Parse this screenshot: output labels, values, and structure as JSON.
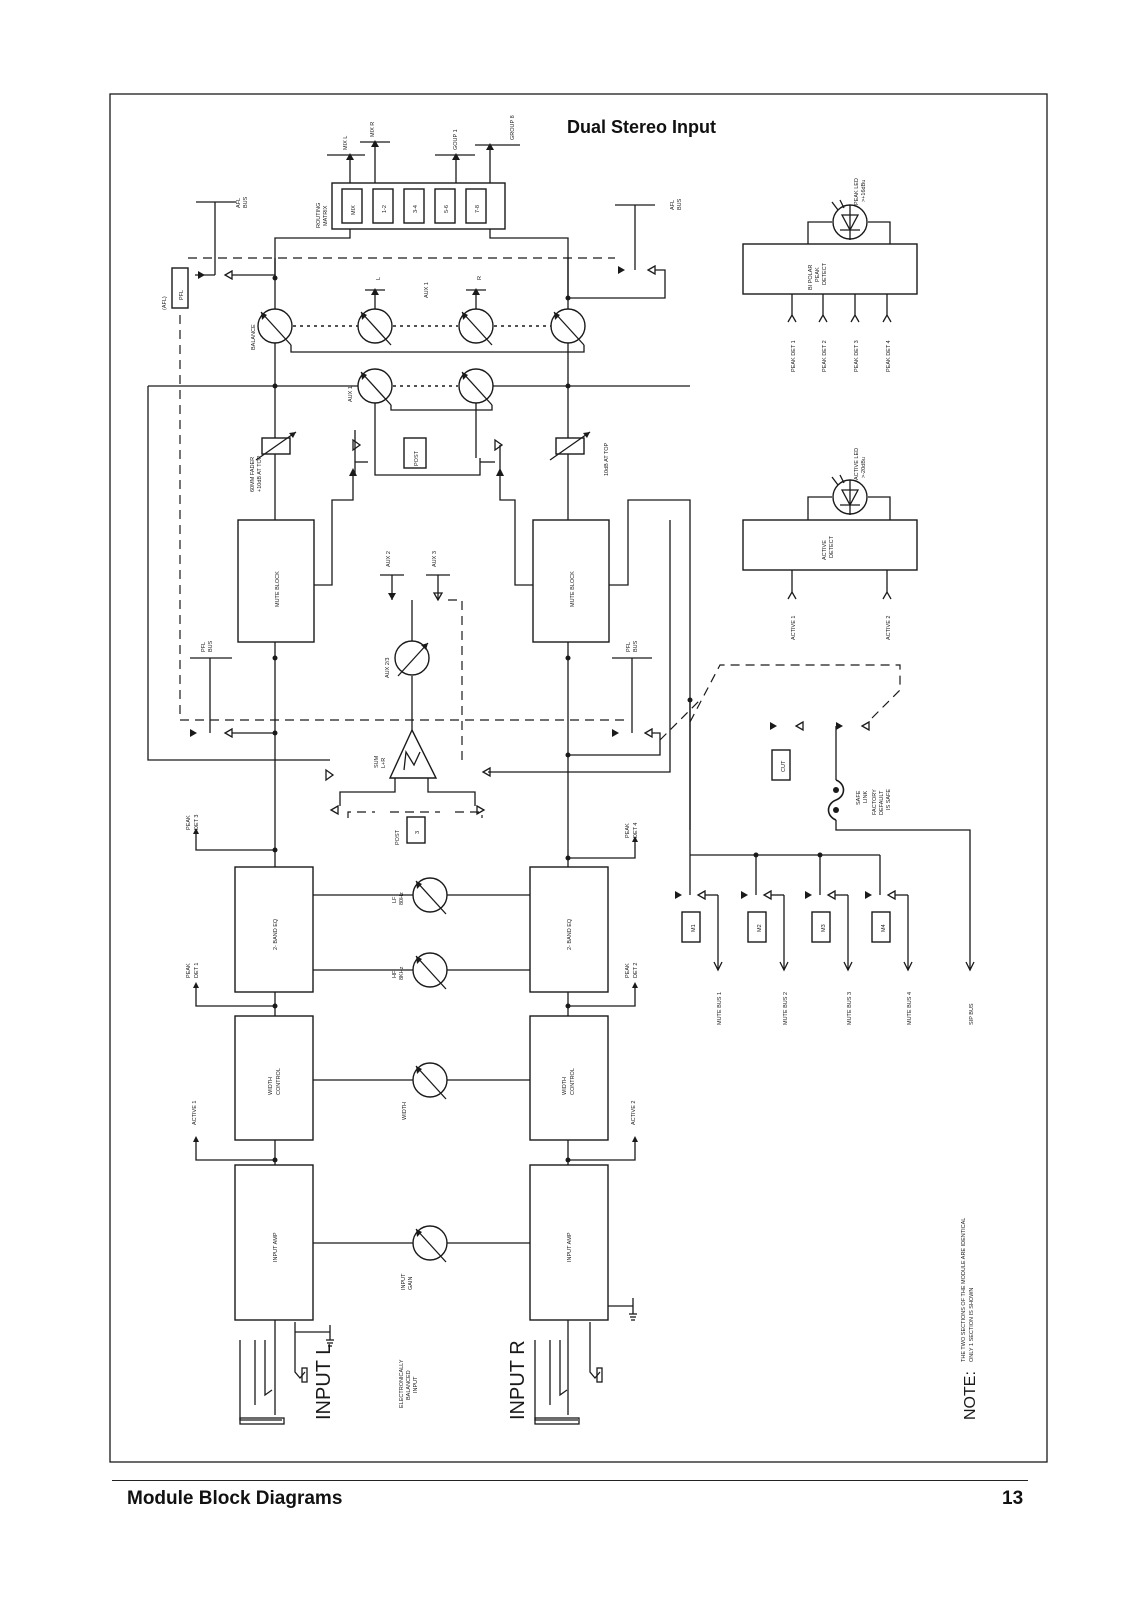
{
  "title": "Dual Stereo Input",
  "footer": {
    "section": "Module Block Diagrams",
    "page_number": "13"
  },
  "inputs": {
    "left": "INPUT L",
    "right": "INPUT R",
    "balanced": [
      "ELECTRONICALLY",
      "BALANCED",
      "INPUT"
    ]
  },
  "blocks": {
    "input_amp": "INPUT AMP",
    "width_control": [
      "WIDTH",
      "CONTROL"
    ],
    "eq": "2- BAND EQ",
    "mute_block": "MUTE BLOCK",
    "routing_matrix": [
      "ROUTING",
      "MATRIX"
    ],
    "routing_cells": [
      "MIX",
      "1-2",
      "3-4",
      "5-6",
      "7-8"
    ],
    "bi_polar_peak": [
      "BI POLAR",
      "PEAK",
      "DETECT"
    ],
    "active_detect": [
      "ACTIVE",
      "DETECT"
    ],
    "post": "POST",
    "post3_label": "POST",
    "post3_value": "3",
    "pfl_switch": "PFL",
    "cut": "CUT",
    "mute_switches": [
      "M1",
      "M2",
      "M3",
      "M4"
    ]
  },
  "controls": {
    "input_gain": [
      "INPUT",
      "GAIN"
    ],
    "width": "WIDTH",
    "hf": [
      "HF",
      "8KHz"
    ],
    "lf": [
      "LF",
      "80Hz"
    ],
    "aux23": "AUX 2/3",
    "sum": [
      "SUM",
      "L+R"
    ],
    "aux1": "AUX 1",
    "aux1_top": "AUX 1",
    "balance": "BALANCE",
    "fader_left": [
      "60MM FADER",
      "+10dB AT TOP"
    ],
    "fader_right": "10dB AT TOP"
  },
  "outputs": {
    "mix_l": "MIX L",
    "mix_r": "MIX R",
    "group1": "GOUP 1",
    "group8": "GROUP 8",
    "afl_bus": [
      "AFL",
      "BUS"
    ],
    "pfl_bus": [
      "PFL",
      "BUS"
    ],
    "afl": "(AFL)",
    "aux_l": "L",
    "aux_r": "R",
    "aux2": "AUX 2",
    "aux3": "AUX 3",
    "active1": "ACTIVE 1",
    "active2": "ACTIVE 2",
    "peak_det_1": [
      "PEAK",
      "DET 1"
    ],
    "peak_det_2": [
      "PEAK",
      "DET 2"
    ],
    "peak_det_3": [
      "PEAK",
      "DET 3"
    ],
    "peak_det_4": [
      "PEAK",
      "DET 4"
    ]
  },
  "right_panel": {
    "peak_led": [
      "PEAK LED",
      ">+16dBu"
    ],
    "active_led": [
      "ACTIVE LED",
      ">-20dBu"
    ],
    "peak_det_inputs": [
      "PEAK DET 1",
      "PEAK DET 2",
      "PEAK DET 3",
      "PEAK DET 4"
    ],
    "active_inputs": [
      "ACTIVE 1",
      "ACTIVE 2"
    ],
    "mute_buses": [
      "MUTE BUS 1",
      "MUTE BUS 2",
      "MUTE BUS 3",
      "MUTE BUS 4"
    ],
    "sip_bus": "SIP BUS",
    "safe_link": [
      "SAFE",
      "LINK"
    ],
    "factory_default": [
      "FACTORY",
      "DEFAULT",
      "IS SAFE"
    ]
  },
  "note": {
    "prefix": "NOTE:",
    "lines": [
      "THE TWO SECTIONS OF THE MODULE ARE IDENTICAL",
      "ONLY 1 SECTION IS SHOWN"
    ]
  }
}
